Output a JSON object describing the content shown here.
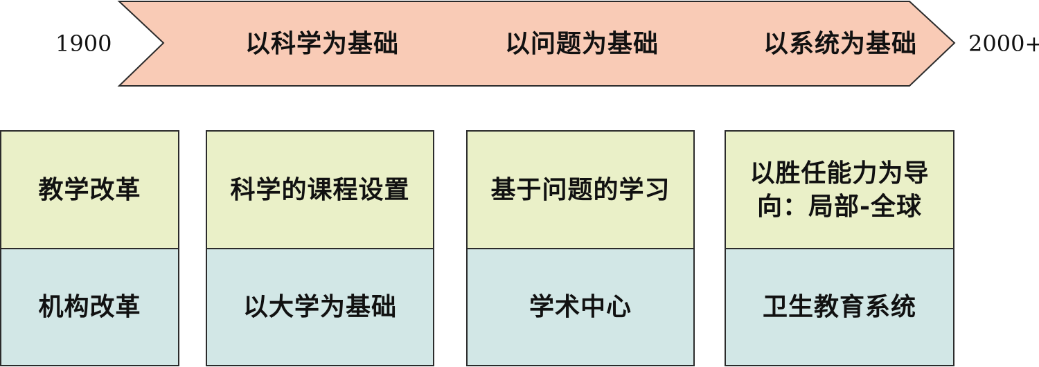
{
  "timeline": {
    "start_year": "1900",
    "end_year": "2000+",
    "eras": [
      "以科学为基础",
      "以问题为基础",
      "以系统为基础"
    ],
    "arrow_fill": "#f9cbb6",
    "arrow_stroke": "#2b2b2b"
  },
  "columns": [
    {
      "top": "教学改革",
      "bottom": "机构改革"
    },
    {
      "top": "科学的课程设置",
      "bottom": "以大学为基础"
    },
    {
      "top": "基于问题的学习",
      "bottom": "学术中心"
    },
    {
      "top": "以胜任能力为导向：局部-全球",
      "bottom": "卫生教育系统"
    }
  ],
  "colors": {
    "top_cell": "#eaf0c8",
    "bottom_cell": "#d2e7e6",
    "border": "#2b2b2b"
  }
}
